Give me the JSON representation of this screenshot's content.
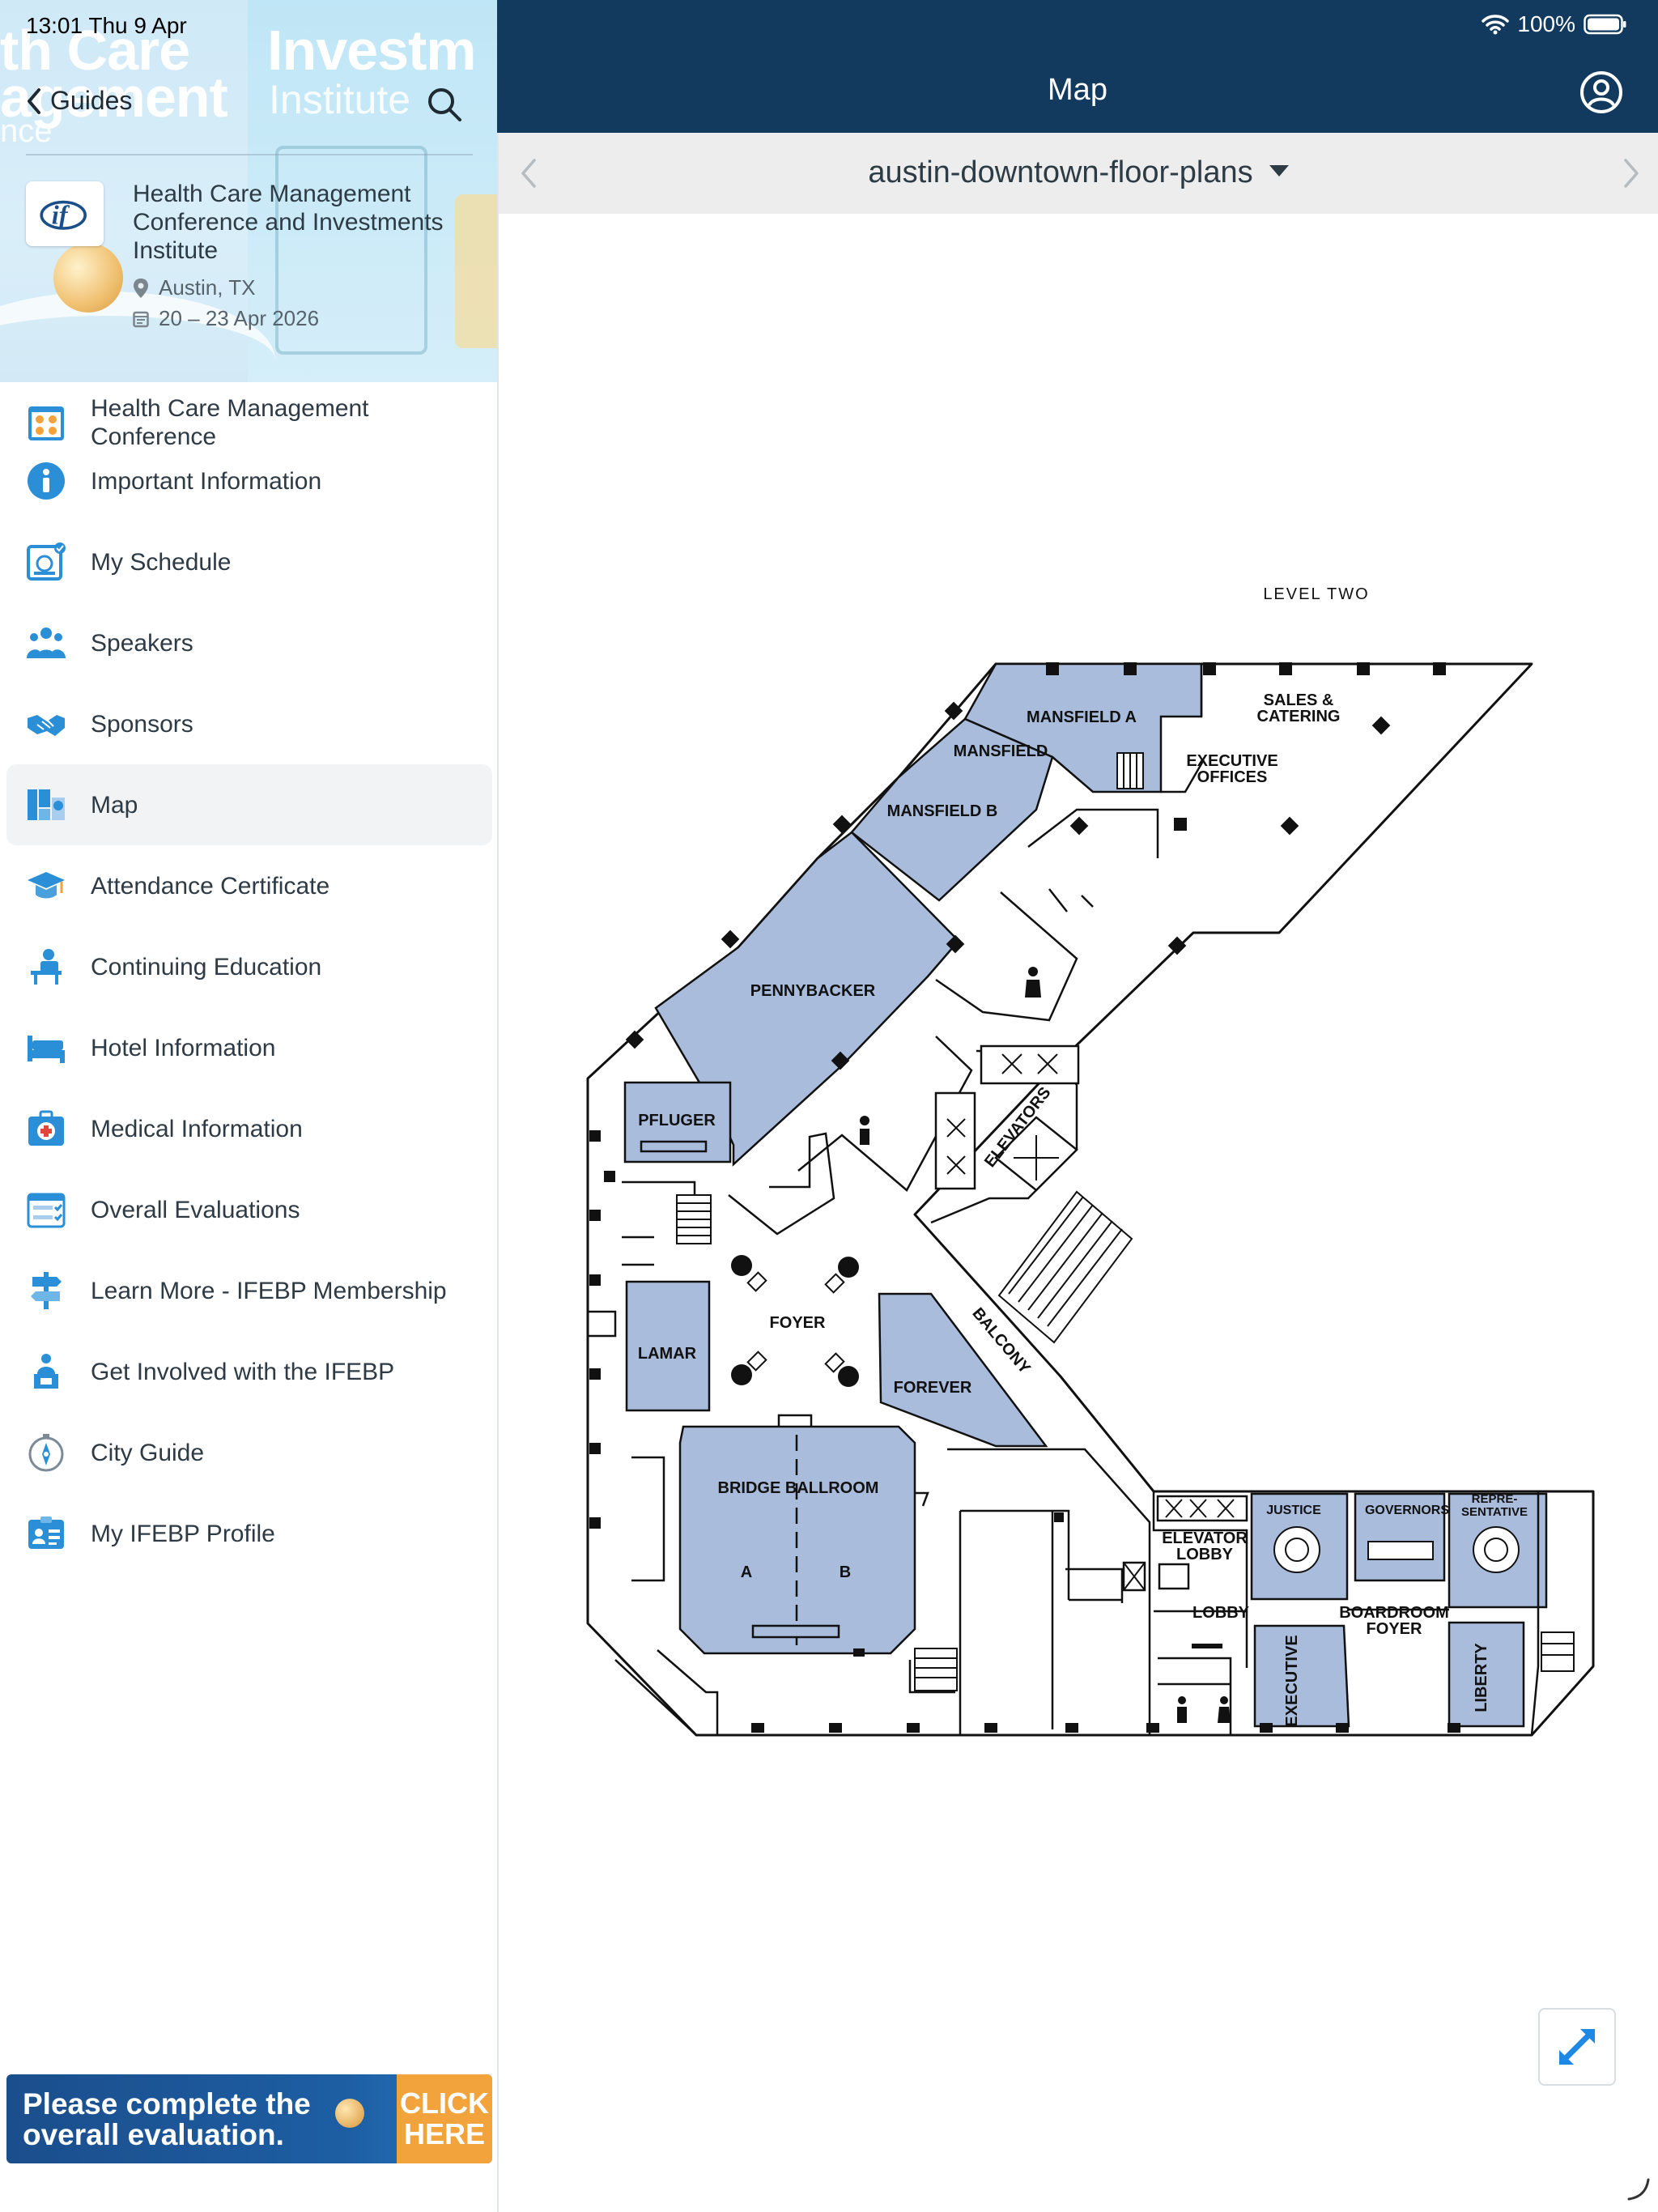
{
  "status": {
    "time_date": "13:01  Thu 9 Apr",
    "battery": "100%"
  },
  "hero": {
    "bg_text_1": "th Care",
    "bg_text_2": "agement",
    "bg_text_3": "nce",
    "bg_text_4": "Investm",
    "bg_text_5": "Institute",
    "back_label": "Guides",
    "event_title": "Health Care Management Conference and Investments Institute",
    "location": "Austin, TX",
    "dates": "20 – 23 Apr 2026"
  },
  "menu": {
    "items": [
      {
        "label": "Health Care Management Conference",
        "icon": "calendar-grid-icon"
      },
      {
        "label": "Important Information",
        "icon": "info-icon"
      },
      {
        "label": "My Schedule",
        "icon": "schedule-icon"
      },
      {
        "label": "Speakers",
        "icon": "people-icon"
      },
      {
        "label": "Sponsors",
        "icon": "handshake-icon"
      },
      {
        "label": "Map",
        "icon": "map-icon",
        "active": true
      },
      {
        "label": "Attendance Certificate",
        "icon": "graduation-cap-icon"
      },
      {
        "label": "Continuing Education",
        "icon": "desk-icon"
      },
      {
        "label": "Hotel Information",
        "icon": "bed-icon"
      },
      {
        "label": "Medical Information",
        "icon": "medical-kit-icon"
      },
      {
        "label": "Overall Evaluations",
        "icon": "checklist-icon"
      },
      {
        "label": "Learn More - IFEBP Membership",
        "icon": "signpost-icon"
      },
      {
        "label": "Get Involved with the IFEBP",
        "icon": "podium-icon"
      },
      {
        "label": "City Guide",
        "icon": "compass-icon"
      },
      {
        "label": "My IFEBP Profile",
        "icon": "profile-card-icon"
      }
    ]
  },
  "banner": {
    "message": "Please complete the overall evaluation.",
    "cta": "CLICK HERE"
  },
  "header": {
    "title": "Map"
  },
  "mapbar": {
    "selected_map": "austin-downtown-floor-plans"
  },
  "floorplan": {
    "level": "LEVEL TWO",
    "rooms": {
      "mansfield_a": "MANSFIELD A",
      "mansfield": "MANSFIELD",
      "mansfield_b": "MANSFIELD B",
      "sales_1": "SALES &",
      "sales_2": "CATERING",
      "exec_off_1": "EXECUTIVE",
      "exec_off_2": "OFFICES",
      "pennybacker": "PENNYBACKER",
      "pfluger": "PFLUGER",
      "elevators": "ELEVATORS",
      "foyer": "FOYER",
      "balcony": "BALCONY",
      "lamar": "LAMAR",
      "forever": "FOREVER",
      "bridge_ballroom": "BRIDGE BALLROOM",
      "ballroom_a": "A",
      "ballroom_b": "B",
      "justice": "JUSTICE",
      "governors": "GOVERNORS",
      "rep_1": "REPRE-",
      "rep_2": "SENTATIVE",
      "elev_lobby_1": "ELEVATOR",
      "elev_lobby_2": "LOBBY",
      "lobby": "LOBBY",
      "boardroom_1": "BOARDROOM",
      "boardroom_2": "FOYER",
      "executive": "EXECUTIVE",
      "liberty": "LIBERTY"
    }
  },
  "colors": {
    "navy": "#123a5e",
    "room_fill": "#a9bcdc",
    "accent_orange": "#f2a33c",
    "icon_blue": "#2a8fd6"
  }
}
